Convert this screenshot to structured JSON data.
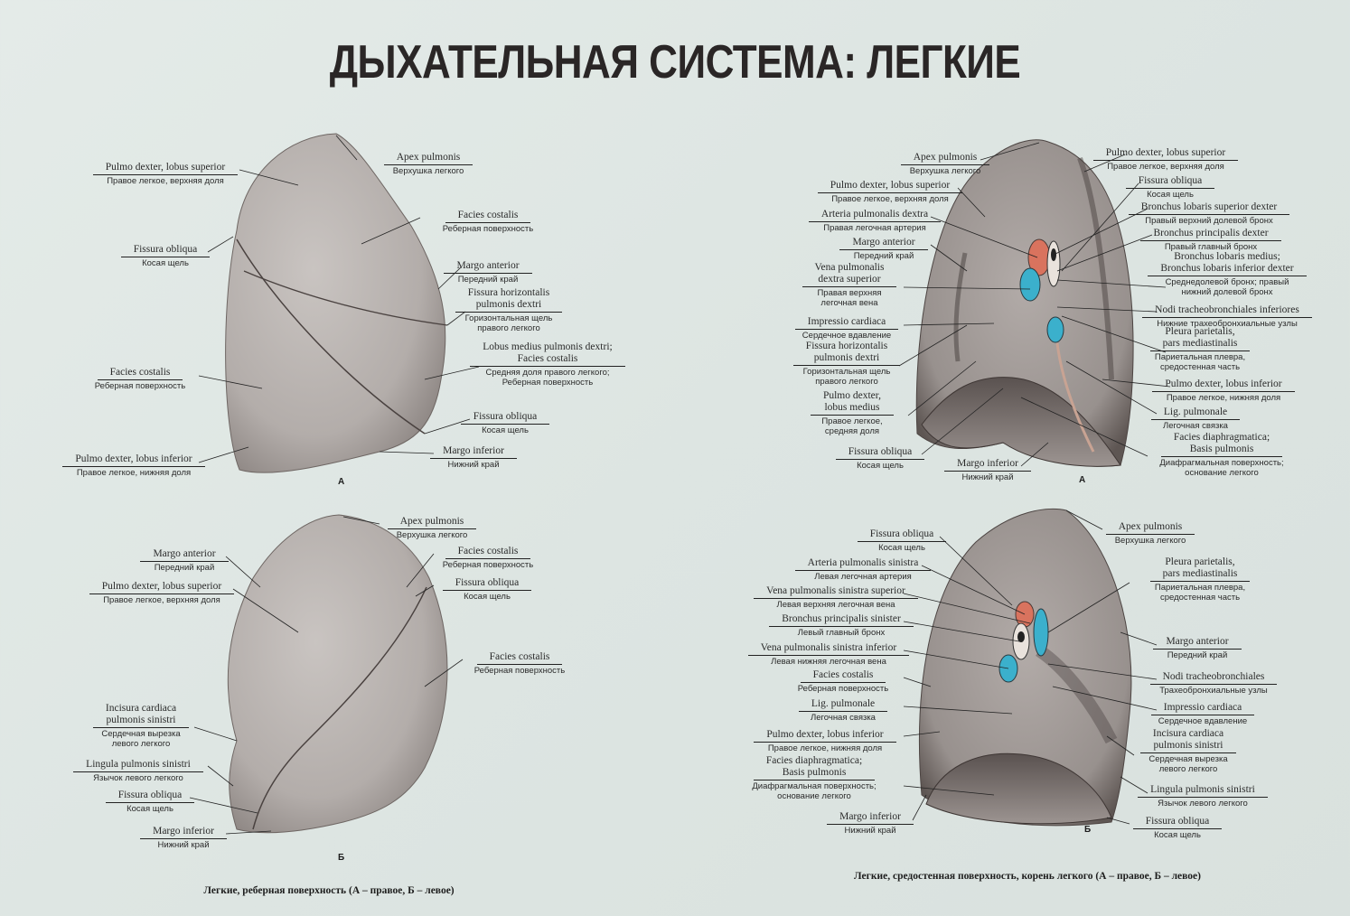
{
  "title": "ДЫХАТЕЛЬНАЯ СИСТЕМА: ЛЕГКИЕ",
  "figures": [
    {
      "letter": "А",
      "labels": [
        {
          "la": "Apex pulmonis",
          "ru": "Верхушка легкого"
        },
        {
          "la": "Pulmo dexter, lobus superior",
          "ru": "Правое легкое, верхняя доля"
        },
        {
          "la": "Facies costalis",
          "ru": "Реберная поверхность"
        },
        {
          "la": "Fissura obliqua",
          "ru": "Косая щель"
        },
        {
          "la": "Margo anterior",
          "ru": "Передний край"
        },
        {
          "la": "Fissura horizontalis\npulmonis dextri",
          "ru": "Горизонтальная щель\nправого легкого"
        },
        {
          "la": "Lobus medius pulmonis dextri;\nFacies costalis",
          "ru": "Средняя доля правого легкого;\nРеберная поверхность"
        },
        {
          "la": "Facies costalis",
          "ru": "Реберная поверхность"
        },
        {
          "la": "Fissura obliqua",
          "ru": "Косая щель"
        },
        {
          "la": "Pulmo dexter, lobus inferior",
          "ru": "Правое легкое, нижняя доля"
        },
        {
          "la": "Margo inferior",
          "ru": "Нижний край"
        }
      ]
    },
    {
      "letter": "Б",
      "labels": [
        {
          "la": "Apex pulmonis",
          "ru": "Верхушка легкого"
        },
        {
          "la": "Margo anterior",
          "ru": "Передний край"
        },
        {
          "la": "Facies costalis",
          "ru": "Реберная поверхность"
        },
        {
          "la": "Pulmo dexter, lobus superior",
          "ru": "Правое легкое, верхняя доля"
        },
        {
          "la": "Fissura obliqua",
          "ru": "Косая щель"
        },
        {
          "la": "Facies costalis",
          "ru": "Реберная поверхность"
        },
        {
          "la": "Incisura cardiaca\npulmonis sinistri",
          "ru": "Сердечная вырезка\nлевого легкого"
        },
        {
          "la": "Lingula pulmonis sinistri",
          "ru": "Язычок левого легкого"
        },
        {
          "la": "Fissura obliqua",
          "ru": "Косая щель"
        },
        {
          "la": "Margo inferior",
          "ru": "Нижний край"
        }
      ]
    },
    {
      "letter": "А",
      "labels": [
        {
          "la": "Apex pulmonis",
          "ru": "Верхушка легкого"
        },
        {
          "la": "Pulmo dexter, lobus superior",
          "ru": "Правое легкое, верхняя доля"
        },
        {
          "la": "Pulmo dexter, lobus superior",
          "ru": "Правое легкое, верхняя доля"
        },
        {
          "la": "Fissura obliqua",
          "ru": "Косая щель"
        },
        {
          "la": "Arteria pulmonalis dextra",
          "ru": "Правая легочная артерия"
        },
        {
          "la": "Bronchus lobaris superior dexter",
          "ru": "Правый верхний долевой бронх"
        },
        {
          "la": "Margo anterior",
          "ru": "Передний край"
        },
        {
          "la": "Bronchus principalis dexter",
          "ru": "Правый главный бронх"
        },
        {
          "la": "Vena pulmonalis\ndextra superior",
          "ru": "Правая верхняя\nлегочная вена"
        },
        {
          "la": "Bronchus lobaris medius;\nBronchus lobaris inferior dexter",
          "ru": "Среднедолевой бронх; правый\nнижний долевой бронх"
        },
        {
          "la": "Impressio cardiaca",
          "ru": "Сердечное вдавление"
        },
        {
          "la": "Nodi tracheobronchiales inferiores",
          "ru": "Нижние трахеобронхиальные узлы"
        },
        {
          "la": "Fissura horizontalis\npulmonis dextri",
          "ru": "Горизонтальная щель\nправого легкого"
        },
        {
          "la": "Pleura parietalis,\npars mediastinalis",
          "ru": "Париетальная плевра,\nсредостенная часть"
        },
        {
          "la": "Pulmo dexter, lobus inferior",
          "ru": "Правое легкое, нижняя доля"
        },
        {
          "la": "Pulmo dexter,\nlobus medius",
          "ru": "Правое легкое,\nсредняя доля"
        },
        {
          "la": "Lig. pulmonale",
          "ru": "Легочная связка"
        },
        {
          "la": "Facies diaphragmatica;\nBasis pulmonis",
          "ru": "Диафрагмальная поверхность;\nоснование легкого"
        },
        {
          "la": "Fissura obliqua",
          "ru": "Косая щель"
        },
        {
          "la": "Margo inferior",
          "ru": "Нижний край"
        }
      ]
    },
    {
      "letter": "Б",
      "labels": [
        {
          "la": "Fissura obliqua",
          "ru": "Косая щель"
        },
        {
          "la": "Apex pulmonis",
          "ru": "Верхушка легкого"
        },
        {
          "la": "Arteria pulmonalis sinistra",
          "ru": "Левая легочная артерия"
        },
        {
          "la": "Pleura parietalis,\npars mediastinalis",
          "ru": "Париетальная плевра,\nсредостенная часть"
        },
        {
          "la": "Vena pulmonalis sinistra superior",
          "ru": "Левая верхняя легочная вена"
        },
        {
          "la": "Bronchus principalis sinister",
          "ru": "Левый главный бронх"
        },
        {
          "la": "Margo anterior",
          "ru": "Передний край"
        },
        {
          "la": "Vena pulmonalis sinistra inferior",
          "ru": "Левая нижняя легочная вена"
        },
        {
          "la": "Facies costalis",
          "ru": "Реберная поверхность"
        },
        {
          "la": "Nodi tracheobronchiales",
          "ru": "Трахеобронхиальные узлы"
        },
        {
          "la": "Lig. pulmonale",
          "ru": "Легочная связка"
        },
        {
          "la": "Impressio cardiaca",
          "ru": "Сердечное вдавление"
        },
        {
          "la": "Pulmo dexter, lobus inferior",
          "ru": "Правое легкое, нижняя доля"
        },
        {
          "la": "Incisura cardiaca\npulmonis sinistri",
          "ru": "Сердечная вырезка\nлевого легкого"
        },
        {
          "la": "Facies diaphragmatica;\nBasis pulmonis",
          "ru": "Диафрагмальная поверхность;\nоснование легкого"
        },
        {
          "la": "Lingula pulmonis sinistri",
          "ru": "Язычок левого легкого"
        },
        {
          "la": "Margo inferior",
          "ru": "Нижний край"
        },
        {
          "la": "Fissura obliqua",
          "ru": "Косая щель"
        }
      ]
    }
  ],
  "captions": {
    "left": "Легкие, реберная поверхность (А – правое, Б – левое)",
    "right": "Легкие, средостенная поверхность, корень легкого (А – правое, Б – левое)"
  },
  "colors": {
    "lung": "#b9b3af",
    "artery": "#d9735e",
    "vein": "#3bb0cc",
    "background": "#dfe6e3"
  }
}
